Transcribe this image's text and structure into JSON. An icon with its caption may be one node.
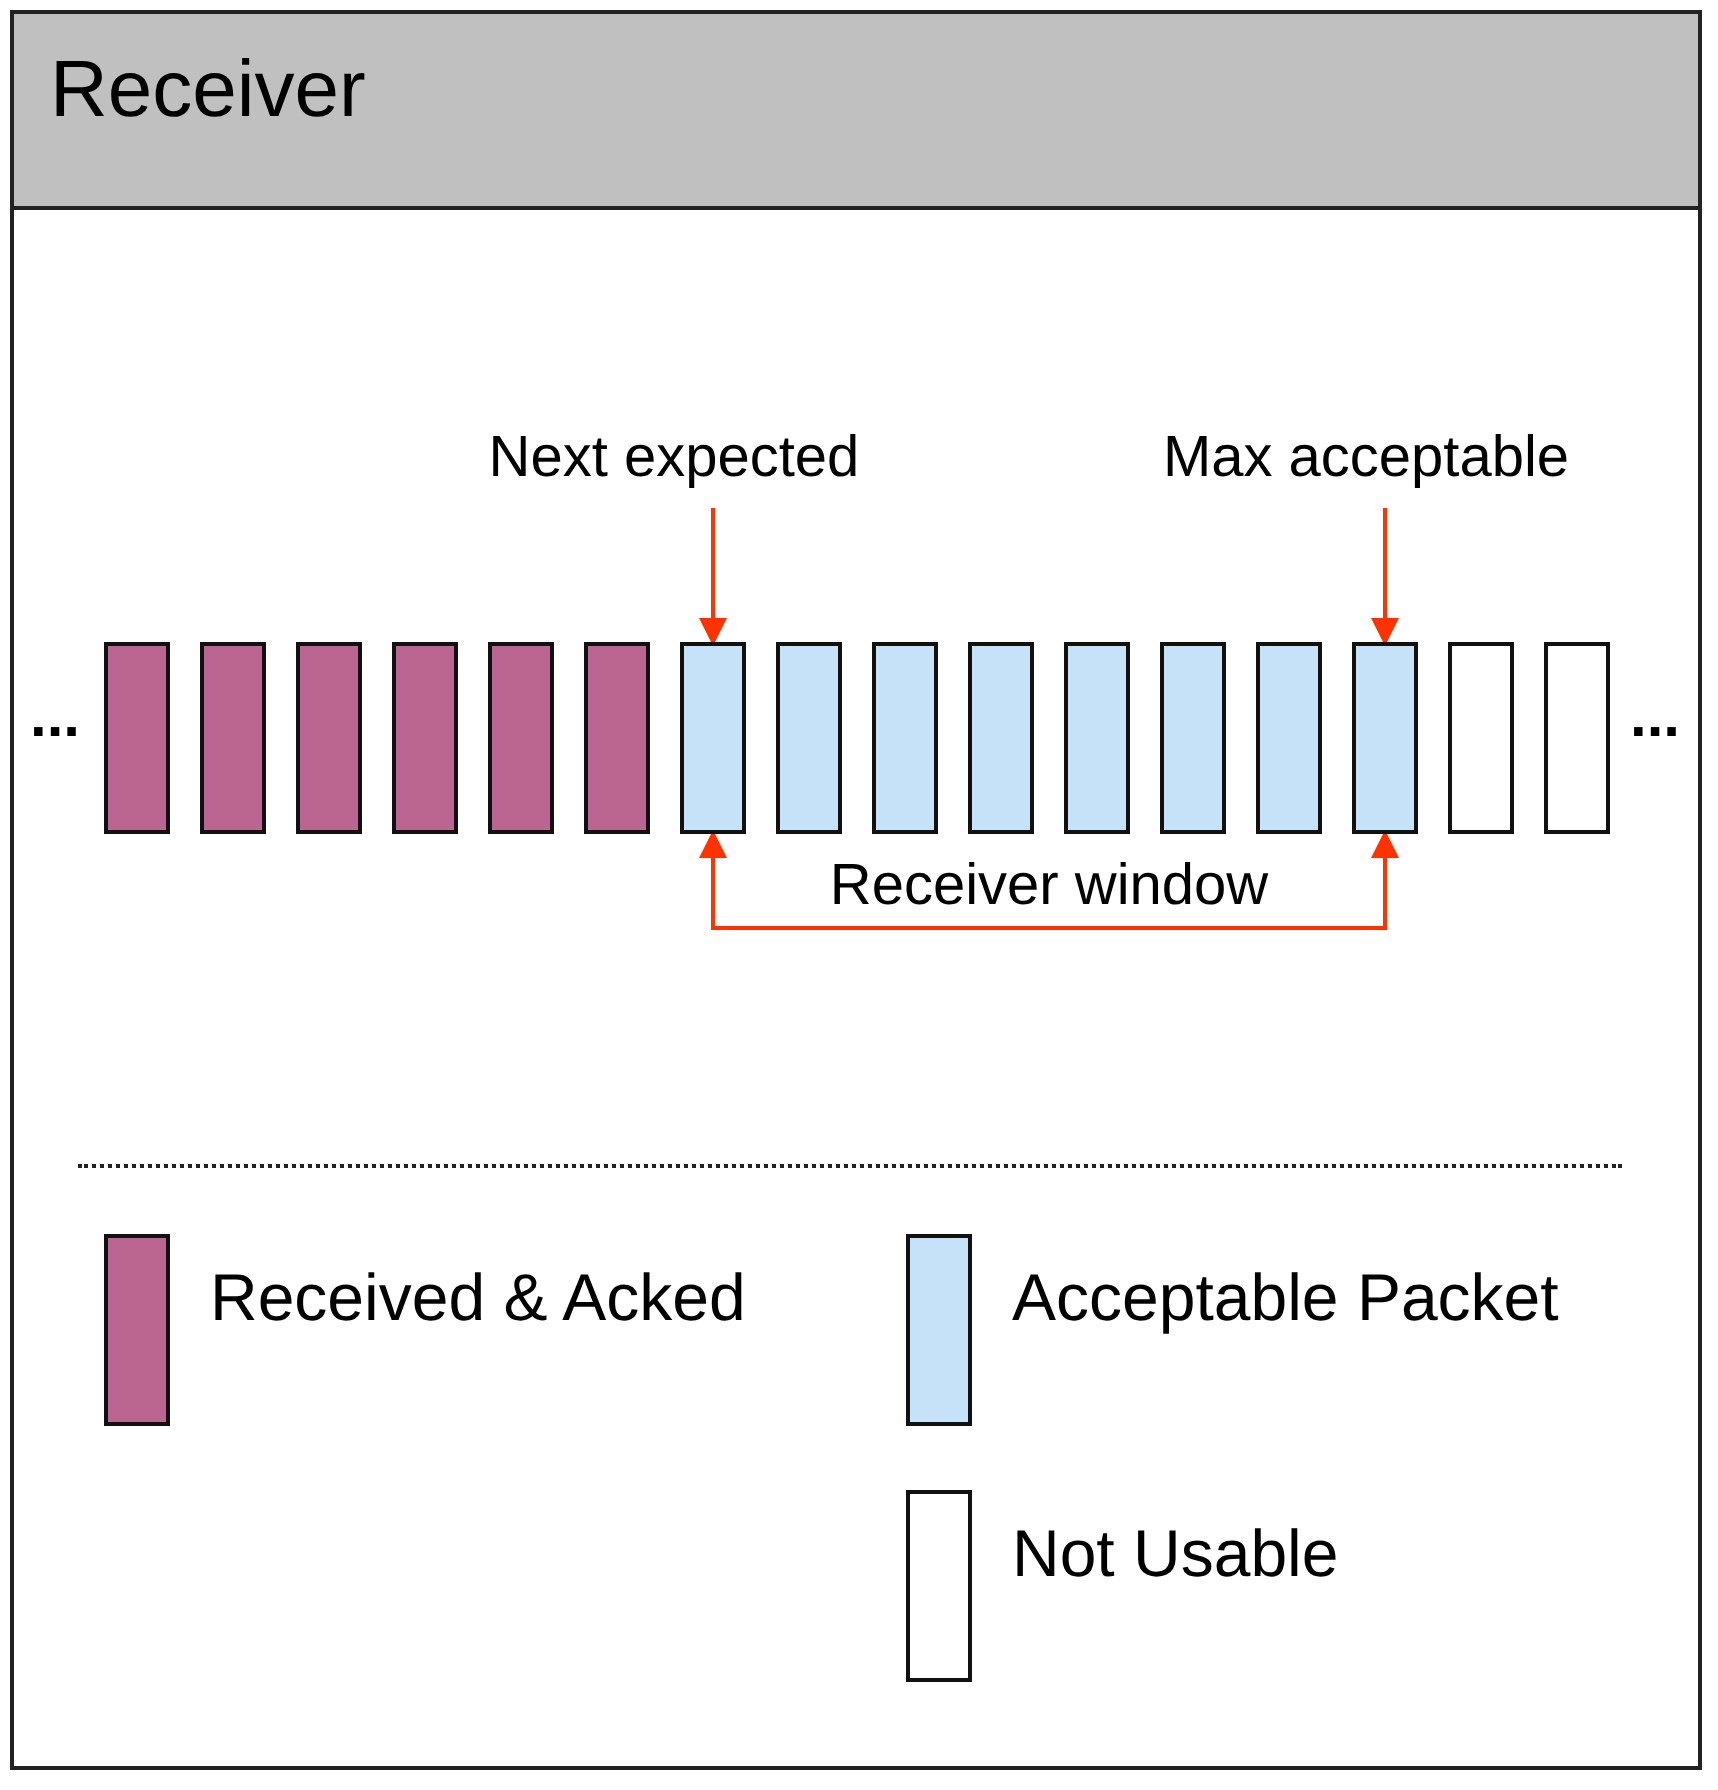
{
  "diagram": {
    "nodes": [
      {
        "text": [
          "Receiver"
        ]
      },
      {
        "text": [
          "Next expected"
        ],
        "in": 0
      },
      {
        "text": [
          "Max acceptable"
        ],
        "in": 0
      },
      {
        "text": [],
        "shape": "bar",
        "in": 0
      },
      {
        "text": [],
        "shape": "bar",
        "in": 0
      },
      {
        "text": [],
        "shape": "bar",
        "in": 0
      },
      {
        "text": [],
        "shape": "bar",
        "in": 0
      },
      {
        "text": [],
        "shape": "bar",
        "in": 0
      },
      {
        "text": [],
        "shape": "bar",
        "in": 0
      },
      {
        "text": [],
        "shape": "bar",
        "in": 0
      },
      {
        "text": [],
        "shape": "bar",
        "in": 0
      },
      {
        "text": [],
        "shape": "bar",
        "in": 0
      },
      {
        "text": [],
        "shape": "bar",
        "in": 0
      },
      {
        "text": [],
        "shape": "bar",
        "in": 0
      },
      {
        "text": [],
        "shape": "bar",
        "in": 0
      },
      {
        "text": [],
        "shape": "bar",
        "in": 0
      },
      {
        "text": [],
        "shape": "bar",
        "in": 0
      },
      {
        "text": [],
        "shape": "bar",
        "in": 0
      },
      {
        "text": [],
        "shape": "bar",
        "in": 0
      }
    ],
    "edges": [
      {
        "from": 1,
        "to": 9,
        "arrow": "to"
      },
      {
        "from": 2,
        "to": 16,
        "arrow": "to"
      },
      {
        "from": 9,
        "to": 16,
        "arrow": "both",
        "label": "Receiver window"
      }
    ],
    "labels": [
      "...",
      "..."
    ],
    "legend": [
      {
        "text": "Received & Acked",
        "color": "#bb6690"
      },
      {
        "text": "Acceptable Packet",
        "color": "#c6e2f9"
      },
      {
        "text": "Not Usable",
        "color": "#ffffff"
      }
    ]
  }
}
